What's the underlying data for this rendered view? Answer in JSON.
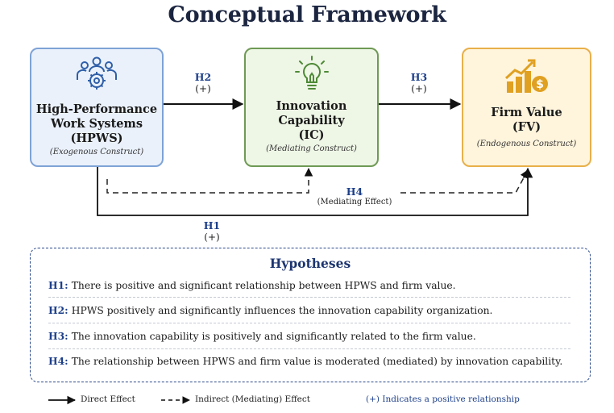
{
  "title": "Conceptual Framework",
  "boxes": {
    "hpws": {
      "name_lines": [
        "High-Performance",
        "Work Systems"
      ],
      "abbr": "(HPWS)",
      "role": "(Exogenous Construct)",
      "icon": "people-gear-icon"
    },
    "ic": {
      "name_lines": [
        "Innovation",
        "Capability"
      ],
      "abbr": "(IC)",
      "role": "(Mediating Construct)",
      "icon": "lightbulb-icon"
    },
    "fv": {
      "name_lines": [
        "Firm Value"
      ],
      "abbr": "(FV)",
      "role": "(Endogenous Construct)",
      "icon": "growth-chart-dollar-icon"
    }
  },
  "paths": {
    "h2": {
      "id": "H2",
      "sign": "(+)"
    },
    "h3": {
      "id": "H3",
      "sign": "(+)"
    },
    "h4": {
      "id": "H4",
      "note": "(Mediating Effect)"
    },
    "h1": {
      "id": "H1",
      "sign": "(+)"
    }
  },
  "hypotheses": {
    "title": "Hypotheses",
    "items": [
      {
        "id": "H1:",
        "text": "There is positive and significant relationship between HPWS and firm value."
      },
      {
        "id": "H2:",
        "text": "HPWS positively and significantly influences the innovation capability organization."
      },
      {
        "id": "H3:",
        "text": "The innovation capability is positively and significantly related to the firm value."
      },
      {
        "id": "H4:",
        "text": "The relationship between HPWS and firm value is moderated (mediated) by innovation capability."
      }
    ]
  },
  "legend": {
    "direct": "Direct Effect",
    "indirect": "Indirect (Mediating) Effect",
    "positive": "(+)  Indicates a positive relationship"
  },
  "colors": {
    "hpws_fill": "#eaf1fb",
    "hpws_border": "#7ea3d6",
    "ic_fill": "#eef6e6",
    "ic_border": "#6f9a55",
    "fv_fill": "#fff4dc",
    "fv_border": "#e8b04a",
    "accent_blue": "#1d3f8a"
  }
}
